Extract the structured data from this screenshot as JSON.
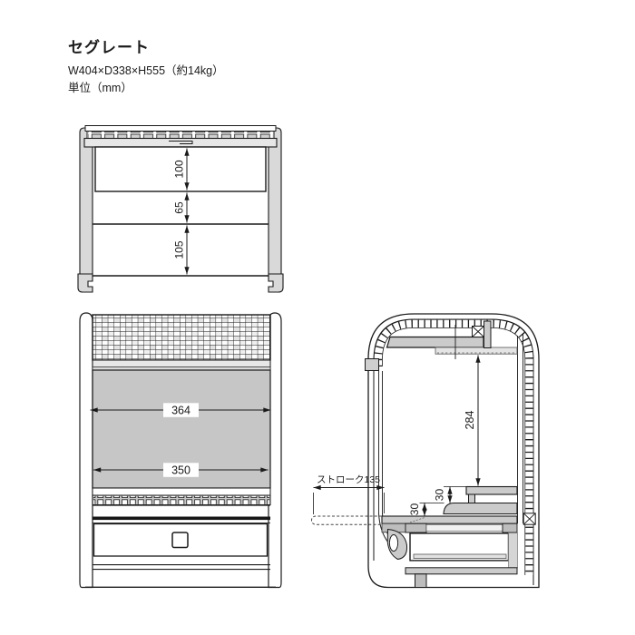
{
  "header": {
    "title": "セグレート",
    "size_spec": "W404×D338×H555（約14kg）",
    "unit_note": "単位（mm）"
  },
  "dims": {
    "sec_100": "100",
    "sec_65": "65",
    "sec_105": "105",
    "front_364": "364",
    "front_350": "350",
    "side_284": "284",
    "side_stroke": "ストローク135",
    "side_30a": "30",
    "side_30b": "30"
  },
  "colors": {
    "line": "#1a1a1a",
    "panel_gray": "#c6c6c6",
    "light_gray": "#e7e7e7",
    "mid_gray": "#d9d9d9",
    "band_gray": "#cfcfcf",
    "background": "#ffffff"
  }
}
